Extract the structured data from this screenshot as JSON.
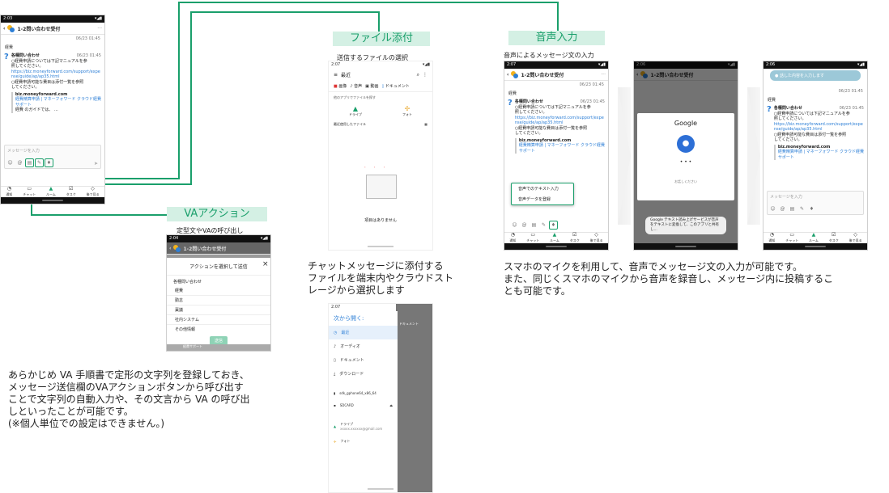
{
  "sections": {
    "file": {
      "tag": "ファイル添付",
      "subtitle": "送信するファイルの選択",
      "desc": [
        "チャットメッセージに添付する",
        "ファイルを端末内やクラウドスト",
        "レージから選択します"
      ]
    },
    "voice": {
      "tag": "音声入力",
      "subtitle": "音声によるメッセージ文の入力",
      "desc": [
        "スマホのマイクを利用して、音声でメッセージ文の入力が可能です。",
        "また、同じくスマホのマイクから音声を録音し、メッセージ内に投稿するこ",
        "とも可能です。"
      ]
    },
    "va": {
      "tag": "VAアクション",
      "subtitle": "定型文やVAの呼び出し",
      "desc": [
        "あらかじめ VA 手順書で定形の文字列を登録しておき、",
        "メッセージ送信欄のVAアクションボタンから呼び出す",
        "ことで文字列の自動入力や、その文言から VA の呼び出",
        "しといったことが可能です。",
        "(※個人単位での設定はできません。)"
      ]
    }
  },
  "chat": {
    "time_left": "2:03",
    "time_right": "2:06",
    "title": "1-2問い合わせ受付",
    "more": "···",
    "back": "‹",
    "date": "06/23 01:45",
    "topic": "経費",
    "sender": "各種問い合わせ",
    "lines": [
      "○経費申請については下記マニュアルを参",
      "照してください。"
    ],
    "link": "https://biz.moneyforward.com/support/expense/guide/ap/ap35.html",
    "line3": "○経費申請可能な費目は添付一覧を参照",
    "line4": "してください。",
    "card_domain": "biz.moneyforward.com",
    "card_title": "経費精算申請 | マネーフォワード クラウド経費サポート",
    "card_snip": "経費 のガイドでは、 ...",
    "input_placeholder": "メッセージを入力",
    "nav": [
      "通知",
      "チャット",
      "ルーム",
      "タスク",
      "後で見る"
    ],
    "voice_text_title": "照してください。"
  },
  "va_screen": {
    "time": "2:04",
    "title": "1-2問い合わせ受付",
    "dialog_title": "アクションを選択して送信",
    "close": "×",
    "group": "各種問い合わせ",
    "items": [
      "経費",
      "勤怠",
      "稟議",
      "社内システム",
      "その他情報"
    ],
    "send": "送信",
    "bottom": "経費サポート"
  },
  "file_screen": {
    "time": "2:07",
    "title": "最近",
    "chips": [
      "画像",
      "音声",
      "動画",
      "ドキュメント"
    ],
    "section": "他のアプリでファイルを探す",
    "apps": [
      "ドライブ",
      "フォト"
    ],
    "recent": "最近使用したファイル",
    "empty": "項目はありません"
  },
  "open_screen": {
    "time": "2:07",
    "title": "次から開く:",
    "items": [
      "最近",
      "オーディオ",
      "ドキュメント",
      "ダウンロード",
      "sdk_gphone64_x86_64",
      "SDCARD",
      "ドライブ",
      "フォト"
    ],
    "email": "xxxxx.xxxxxx@gmail.com",
    "side": "ドキュメント"
  },
  "voice_screens": {
    "menu": [
      "音声でのテキスト入力",
      "音声データを登録"
    ],
    "google": "Google",
    "dots": "• • •",
    "speaking": "お話しください",
    "toast": "Google テキスト読み上げサービスが音声をテキストに変換して、このアプリと共有し...",
    "top_hint": "話した内容を入力します"
  }
}
